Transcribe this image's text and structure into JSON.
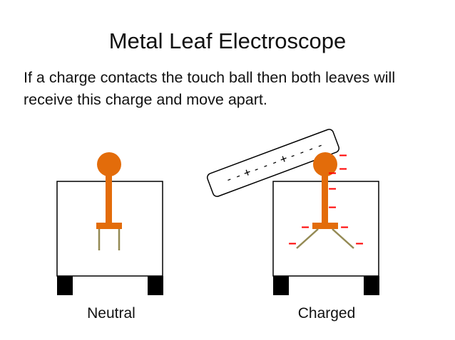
{
  "slide": {
    "title": "Metal Leaf Electroscope",
    "body": "If a charge contacts the touch ball then both leaves will receive this charge and move apart."
  },
  "electroscopes": {
    "left_label": "Neutral",
    "right_label": "Charged"
  },
  "rod": {
    "signs": [
      "-",
      "-",
      "+",
      "-",
      "-",
      "-",
      "+",
      "-",
      "-",
      "-",
      "-"
    ]
  },
  "charge_marks": {
    "symbol": "–",
    "count": 9
  },
  "colors": {
    "metal": "#e36c0a",
    "leaf": "#948a54",
    "charge": "#ff0000",
    "outline": "#000000",
    "feet": "#000000"
  }
}
